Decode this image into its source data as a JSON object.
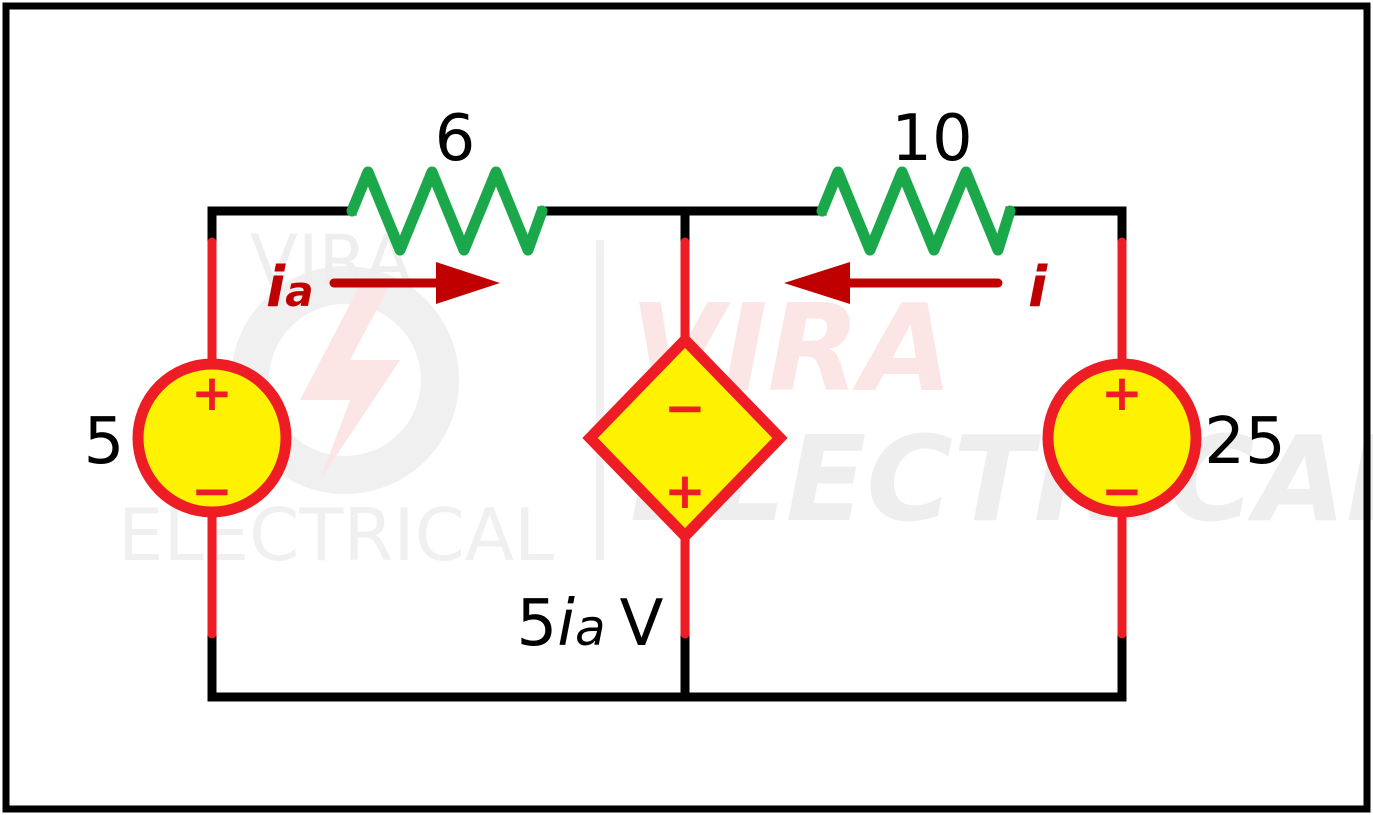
{
  "resistors": {
    "r_left": {
      "value": "6"
    },
    "r_right": {
      "value": "10"
    }
  },
  "sources": {
    "left": {
      "value": "5",
      "plus": "+",
      "minus": "−"
    },
    "right": {
      "value": "25",
      "plus": "+",
      "minus": "−"
    },
    "dependent": {
      "coef": "5",
      "var": "i",
      "sub": "a",
      "unit": "V",
      "plus": "+",
      "minus": "−"
    }
  },
  "currents": {
    "ia": {
      "var": "i",
      "sub": "a"
    },
    "i": {
      "var": "i"
    }
  },
  "watermark": {
    "left_word_top": "VIRA",
    "left_word_bottom": "ELECTRICAL",
    "right_word_top": "VIRA",
    "right_word_bottom": "ELECTRICAL"
  },
  "colors": {
    "wire": "#000000",
    "branch": "#ee1c24",
    "resistor": "#1aa84a",
    "source_fill": "#fff200",
    "arrow": "#c00000",
    "frame": "#000000"
  }
}
